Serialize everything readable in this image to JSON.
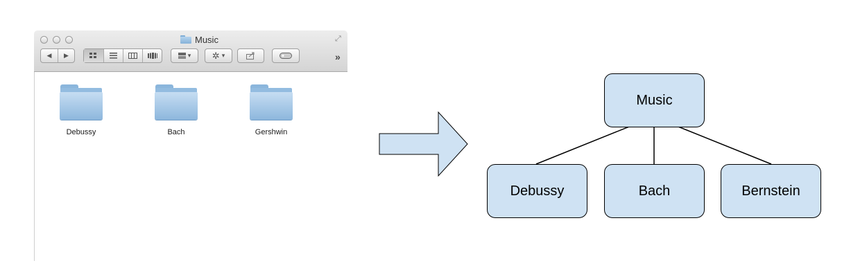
{
  "finder": {
    "title": "Music",
    "folders": [
      {
        "label": "Debussy"
      },
      {
        "label": "Bach"
      },
      {
        "label": "Gershwin"
      }
    ]
  },
  "tree": {
    "root": "Music",
    "children": [
      "Debussy",
      "Bach",
      "Bernstein"
    ]
  },
  "colors": {
    "node_fill": "#cfe2f3",
    "folder_blue": "#93bce0"
  }
}
